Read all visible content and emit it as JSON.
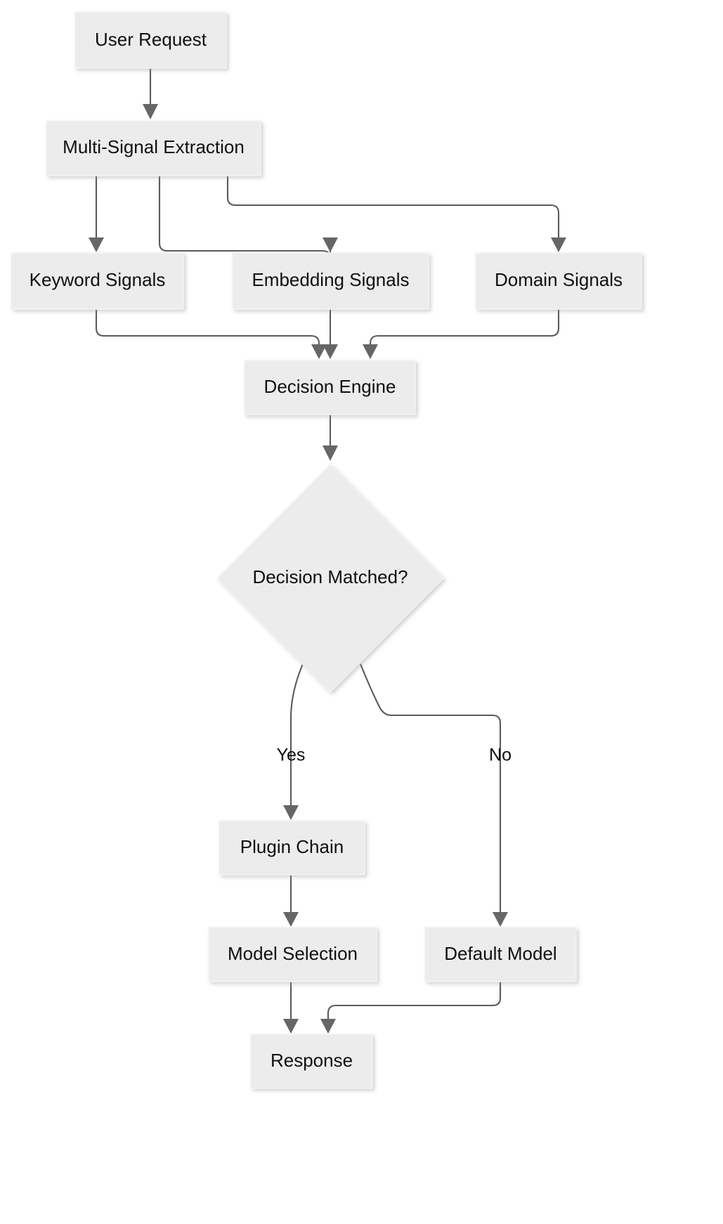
{
  "diagram": {
    "type": "flowchart",
    "direction": "top-down",
    "background_color": "#ffffff",
    "node_fill_color": "#ececec",
    "node_border_color": "#f3f3f3",
    "edge_color": "#5b5b5b",
    "arrowhead_color": "#666666",
    "text_color": "#101010",
    "nodes": [
      {
        "id": "user_request",
        "label": "User Request",
        "shape": "rectangle"
      },
      {
        "id": "multi_signal_extraction",
        "label": "Multi-Signal Extraction",
        "shape": "rectangle"
      },
      {
        "id": "keyword_signals",
        "label": "Keyword Signals",
        "shape": "rectangle"
      },
      {
        "id": "embedding_signals",
        "label": "Embedding Signals",
        "shape": "rectangle"
      },
      {
        "id": "domain_signals",
        "label": "Domain Signals",
        "shape": "rectangle"
      },
      {
        "id": "decision_engine",
        "label": "Decision Engine",
        "shape": "rectangle"
      },
      {
        "id": "decision_matched",
        "label": "Decision Matched?",
        "shape": "diamond"
      },
      {
        "id": "plugin_chain",
        "label": "Plugin Chain",
        "shape": "rectangle"
      },
      {
        "id": "model_selection",
        "label": "Model Selection",
        "shape": "rectangle"
      },
      {
        "id": "default_model",
        "label": "Default Model",
        "shape": "rectangle"
      },
      {
        "id": "response",
        "label": "Response",
        "shape": "rectangle"
      }
    ],
    "edges": [
      {
        "from": "user_request",
        "to": "multi_signal_extraction",
        "label": ""
      },
      {
        "from": "multi_signal_extraction",
        "to": "keyword_signals",
        "label": ""
      },
      {
        "from": "multi_signal_extraction",
        "to": "embedding_signals",
        "label": ""
      },
      {
        "from": "multi_signal_extraction",
        "to": "domain_signals",
        "label": ""
      },
      {
        "from": "keyword_signals",
        "to": "decision_engine",
        "label": ""
      },
      {
        "from": "embedding_signals",
        "to": "decision_engine",
        "label": ""
      },
      {
        "from": "domain_signals",
        "to": "decision_engine",
        "label": ""
      },
      {
        "from": "decision_engine",
        "to": "decision_matched",
        "label": ""
      },
      {
        "from": "decision_matched",
        "to": "plugin_chain",
        "label": "Yes"
      },
      {
        "from": "decision_matched",
        "to": "default_model",
        "label": "No"
      },
      {
        "from": "plugin_chain",
        "to": "model_selection",
        "label": ""
      },
      {
        "from": "model_selection",
        "to": "response",
        "label": ""
      },
      {
        "from": "default_model",
        "to": "response",
        "label": ""
      }
    ],
    "edge_labels": {
      "yes": "Yes",
      "no": "No"
    }
  }
}
